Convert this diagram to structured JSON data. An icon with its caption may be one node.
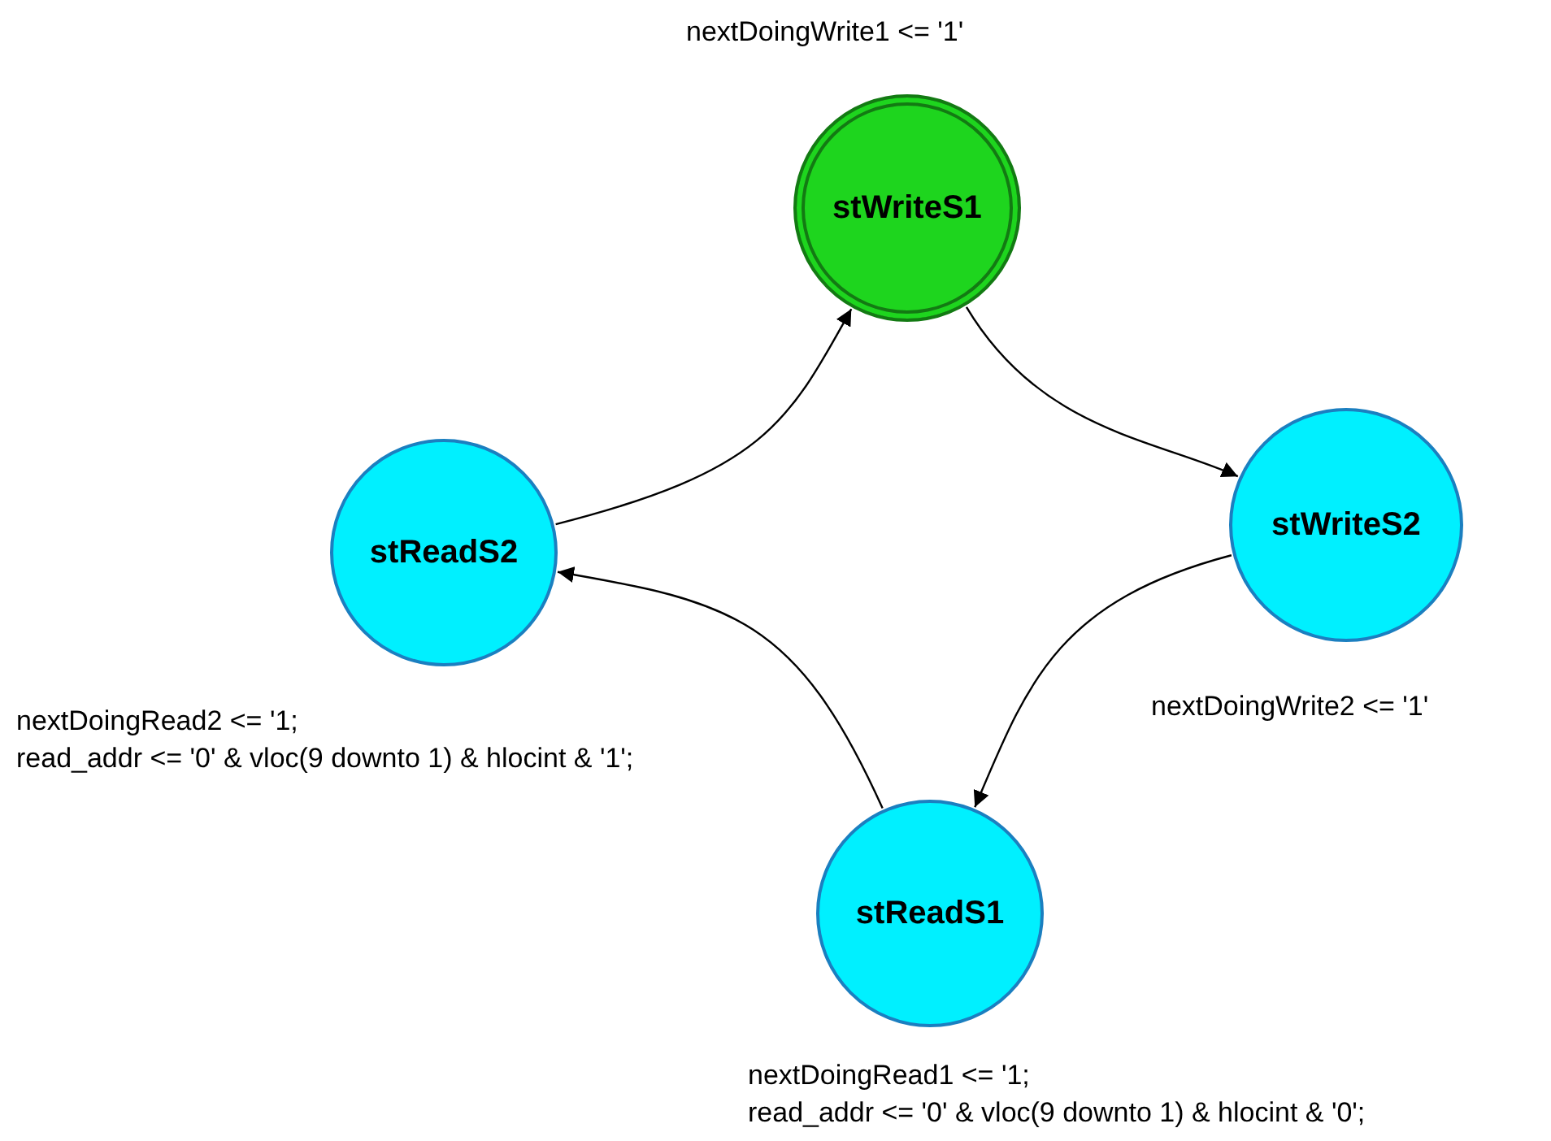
{
  "diagram": {
    "nodes": [
      {
        "text": [
          "stWriteS1"
        ],
        "beside": [
          "nextDoingWrite1 <= '1'"
        ]
      },
      {
        "text": [
          "stReadS2"
        ],
        "beside": [
          "nextDoingRead2 <= '1;",
          "read_addr <= '0' & vloc(9 downto 1) & hlocint & '1';"
        ]
      },
      {
        "text": [
          "stWriteS2"
        ],
        "beside": [
          "nextDoingWrite2 <= '1'"
        ]
      },
      {
        "text": [
          "stReadS1"
        ],
        "beside": [
          "nextDoingRead1 <= '1;",
          "read_addr <= '0' & vloc(9 downto 1) & hlocint & '0';"
        ]
      }
    ],
    "edges": [
      {
        "from": 1,
        "to": 0,
        "arrow": "to"
      },
      {
        "from": 0,
        "to": 2,
        "arrow": "to"
      },
      {
        "from": 2,
        "to": 3,
        "arrow": "to"
      },
      {
        "from": 3,
        "to": 1,
        "arrow": "to"
      }
    ]
  }
}
